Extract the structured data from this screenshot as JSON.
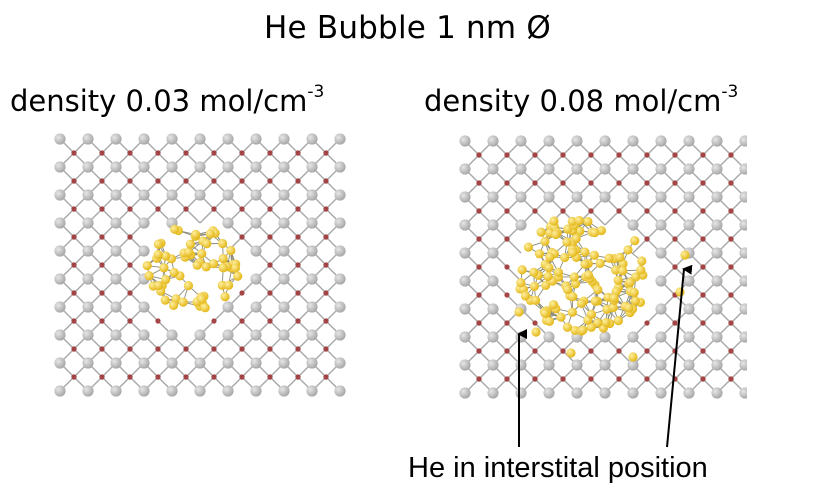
{
  "title": "He Bubble 1 nm Ø",
  "panels": [
    {
      "density_label": "density 0.03 mol/cm",
      "density_exp": "-3"
    },
    {
      "density_label": "density 0.08 mol/cm",
      "density_exp": "-3"
    }
  ],
  "annotation": "He in interstital position",
  "colors": {
    "lattice_atom": "#a9a9a9",
    "lattice_atom_highlight": "#e6e6e6",
    "oxygen_atom": "#a44444",
    "bond": "#a8a8a8",
    "helium_atom": "#e4b81a",
    "helium_bond": "#8a8a7a",
    "text": "#000000"
  }
}
